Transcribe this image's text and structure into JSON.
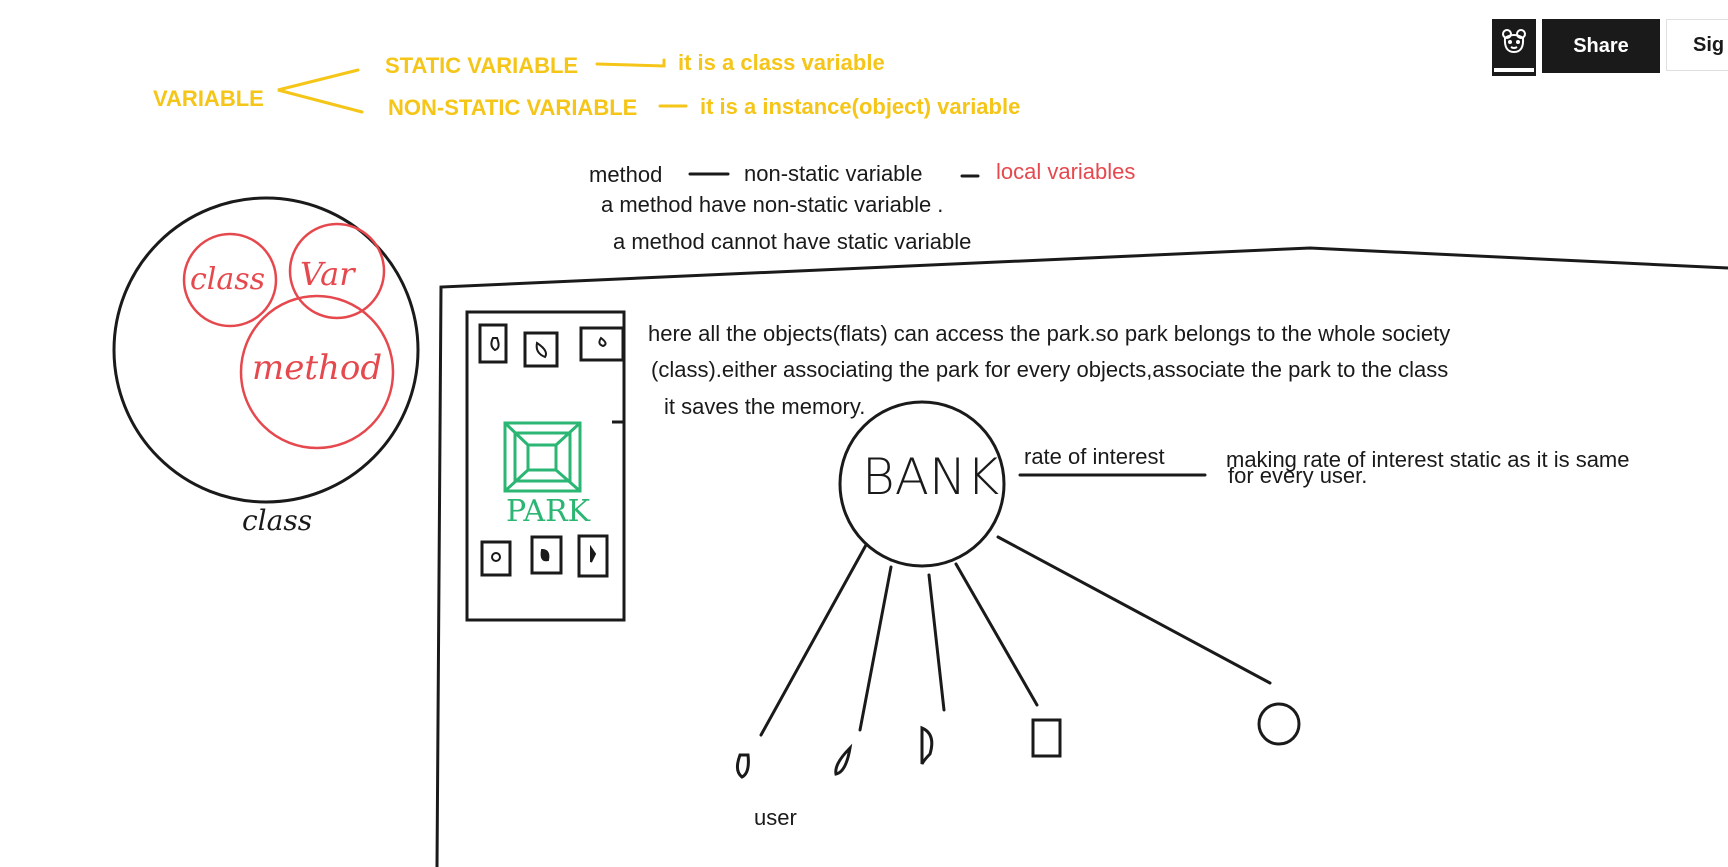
{
  "toolbar": {
    "share_label": "Share",
    "signin_label": "Sig"
  },
  "notes": {
    "variable": "VARIABLE",
    "static_variable": "STATIC VARIABLE",
    "static_desc": "it is a class variable",
    "non_static_variable": "NON-STATIC VARIABLE",
    "non_static_desc": "it is a instance(object) variable",
    "method": "method",
    "method_non_static": "non-static variable",
    "local_variables": "local variables",
    "method_line1": "a method have non-static variable .",
    "method_line2": "a method cannot have static variable",
    "park_line1": "here all the objects(flats) can access the park.so park belongs to the whole society",
    "park_line2": "(class).either associating the park for every objects,associate the park to the class",
    "park_line3": "it saves the memory.",
    "rate_of_interest": "rate of interest",
    "rate_desc_line1": "making rate of interest static as it is same",
    "rate_desc_line2": "for every user.",
    "user": "user"
  },
  "handwriting": {
    "class_inner": "class",
    "var_inner": "Var",
    "method_inner": "method",
    "class_label": "class",
    "park": "PARK",
    "bank": "BANK"
  },
  "colors": {
    "yellow": "#f5c518",
    "red": "#e5484d",
    "green": "#2bb673",
    "ink": "#1a1a1a"
  }
}
